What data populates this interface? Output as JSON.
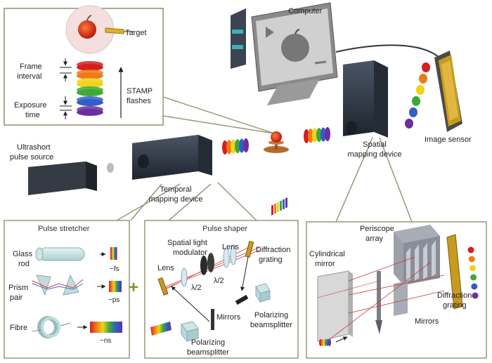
{
  "labels": {
    "target": "Target",
    "frame_interval": [
      "Frame",
      "interval"
    ],
    "exposure_time": [
      "Exposure",
      "time"
    ],
    "stamp_flashes": [
      "STAMP",
      "flashes"
    ],
    "computer": "Computer",
    "image_sensor": "Image sensor",
    "spatial_mapping_device": [
      "Spatial",
      "mapping device"
    ],
    "ultrashort_pulse_source": [
      "Ultrashort",
      "pulse source"
    ],
    "temporal_mapping_device": [
      "Temporal",
      "mapping device"
    ],
    "pulse_stretcher": "Pulse stretcher",
    "glass_rod": [
      "Glass",
      "rod"
    ],
    "prism_pair": [
      "Prism",
      "pair"
    ],
    "fibre": "Fibre",
    "fs": "~fs",
    "ps": "~ps",
    "ns": "~ns",
    "pulse_shaper": "Pulse shaper",
    "slm": [
      "Spatial light",
      "modulator"
    ],
    "lens_left": "Lens",
    "lens_right": "Lens",
    "lambda_half_a": "λ/2",
    "lambda_half_b": "λ/2",
    "diffraction_grating_shaper": [
      "Diffraction",
      "grating"
    ],
    "mirrors_shaper": "Mirrors",
    "polarizing_bs_right": [
      "Polarizing",
      "beamsplitter"
    ],
    "polarizing_bs_bottom": [
      "Polarizing",
      "beamsplitter"
    ],
    "periscope_array": [
      "Periscope",
      "array"
    ],
    "cylindrical_mirror": [
      "Cylindrical",
      "mirror"
    ],
    "diffraction_grating_spatial": [
      "Diffraction",
      "grating"
    ],
    "mirrors_spatial": "Mirrors",
    "plus": "+"
  },
  "colors": {
    "rainbow": [
      "#d42020",
      "#ee7a1a",
      "#f2d21c",
      "#3fa838",
      "#2f5fc8",
      "#6a2fa0"
    ],
    "inset_border": "#9a9677",
    "inset_bg": "#ffffff",
    "plus": "#7a9a2a",
    "device_body": "#2e3642",
    "device_front": "#3d4756",
    "beam_red": "#cc3a3a"
  }
}
